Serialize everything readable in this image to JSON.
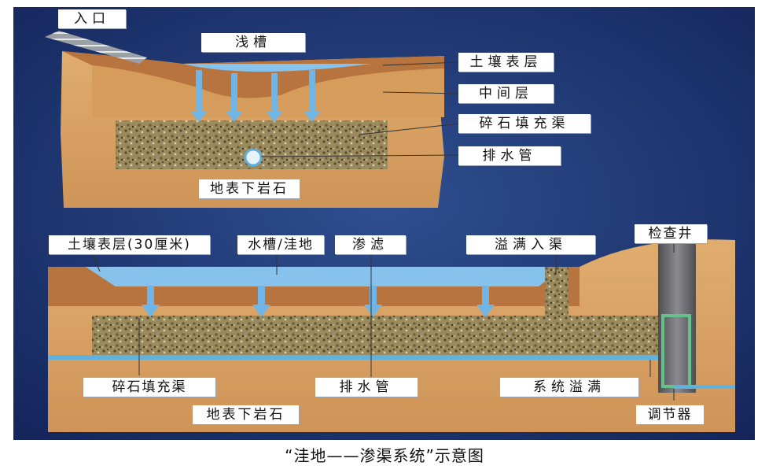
{
  "top_diagram": {
    "entrance": "入口",
    "shallow_trench": "浅槽",
    "topsoil": "土壤表层",
    "middle_layer": "中间层",
    "gravel_trench": "碎石填充渠",
    "drain_pipe": "排水管",
    "bedrock": "地表下岩石"
  },
  "bottom_diagram": {
    "topsoil_depth": "土壤表层(30厘米)",
    "swale": "水槽/洼地",
    "infiltration": "渗滤",
    "overflow_inlet": "溢满入渠",
    "inspection_well": "检查井",
    "gravel_trench": "碎石填充渠",
    "drain_pipe": "排水管",
    "system_overflow": "系统溢满",
    "bedrock": "地表下岩石",
    "regulator": "调节器"
  },
  "caption": "“洼地——渗渠系统”示意图",
  "colors": {
    "background": "#1a3068",
    "soil": "#d9a468",
    "topsoil": "#b8743f",
    "water": "#7bb8e6",
    "pipe": "#5fb2de",
    "label_bg": "#ffffff"
  }
}
